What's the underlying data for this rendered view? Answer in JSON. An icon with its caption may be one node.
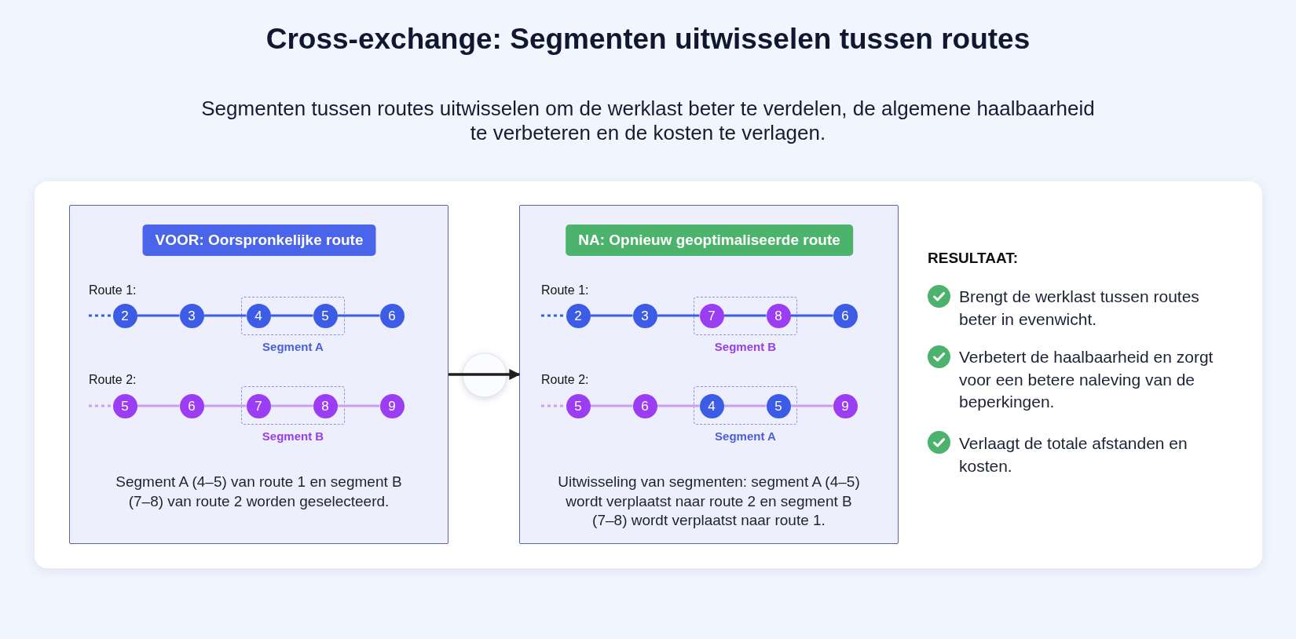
{
  "diagram": {
    "title": "Cross-exchange: Segmenten uitwisselen tussen routes",
    "nodes": [
      {
        "text": [
          "Segment A (4–5) van route 1 en segment B (7–8) van route 2 worden geselecteerd."
        ]
      },
      {
        "text": [
          "VOOR: Oorspronkelijke route"
        ],
        "in": 0
      },
      {
        "text": [
          "2"
        ],
        "in": 0
      },
      {
        "text": [
          "3"
        ],
        "in": 0
      },
      {
        "text": [
          "Segment A"
        ],
        "in": 0
      },
      {
        "text": [
          "4"
        ],
        "in": 4
      },
      {
        "text": [
          "5"
        ],
        "in": 4
      },
      {
        "text": [
          "6"
        ],
        "in": 0
      },
      {
        "text": [
          "5"
        ],
        "in": 0
      },
      {
        "text": [
          "6"
        ],
        "in": 0
      },
      {
        "text": [
          "Segment B"
        ],
        "in": 0
      },
      {
        "text": [
          "7"
        ],
        "in": 10
      },
      {
        "text": [
          "8"
        ],
        "in": 10
      },
      {
        "text": [
          "9"
        ],
        "in": 0
      },
      {
        "text": [
          "Uitwisseling van segmenten: segment A (4–5) wordt verplaatst naar route 2 en segment B (7–8) wordt verplaatst naar route 1."
        ]
      },
      {
        "text": [
          "NA: Opnieuw geoptimaliseerde route"
        ],
        "in": 14
      },
      {
        "text": [
          "2"
        ],
        "in": 14
      },
      {
        "text": [
          "3"
        ],
        "in": 14
      },
      {
        "text": [
          "Segment B"
        ],
        "in": 14
      },
      {
        "text": [
          "7"
        ],
        "in": 18
      },
      {
        "text": [
          "8"
        ],
        "in": 18
      },
      {
        "text": [
          "6"
        ],
        "in": 14
      },
      {
        "text": [
          "5"
        ],
        "in": 14
      },
      {
        "text": [
          "6"
        ],
        "in": 14
      },
      {
        "text": [
          "Segment A"
        ],
        "in": 14
      },
      {
        "text": [
          "4"
        ],
        "in": 24
      },
      {
        "text": [
          "5"
        ],
        "in": 24
      },
      {
        "text": [
          "9"
        ],
        "in": 14
      }
    ],
    "edges": [
      {
        "from": null,
        "to": 2,
        "arrow": "none",
        "style": "dashed",
        "color": "#3d5ce6"
      },
      {
        "from": 2,
        "to": 3,
        "arrow": "none",
        "color": "#3d5ce6"
      },
      {
        "from": 3,
        "to": 5,
        "arrow": "none",
        "color": "#3d5ce6"
      },
      {
        "from": 5,
        "to": 6,
        "arrow": "none",
        "color": "#3d5ce6"
      },
      {
        "from": 6,
        "to": 7,
        "arrow": "none",
        "color": "#3d5ce6"
      },
      {
        "from": null,
        "to": 8,
        "arrow": "none",
        "style": "dashed",
        "color": "#c99ef3"
      },
      {
        "from": 8,
        "to": 9,
        "arrow": "none",
        "color": "#c99ef3"
      },
      {
        "from": 9,
        "to": 11,
        "arrow": "none",
        "color": "#c99ef3"
      },
      {
        "from": 11,
        "to": 12,
        "arrow": "none",
        "color": "#c99ef3"
      },
      {
        "from": 12,
        "to": 13,
        "arrow": "none",
        "color": "#c99ef3"
      },
      {
        "from": 0,
        "to": 14,
        "arrow": "to",
        "color": "#1f1f1f"
      },
      {
        "from": null,
        "to": 16,
        "arrow": "none",
        "style": "dashed",
        "color": "#3d5ce6"
      },
      {
        "from": 16,
        "to": 17,
        "arrow": "none",
        "color": "#3d5ce6"
      },
      {
        "from": 17,
        "to": 19,
        "arrow": "none",
        "color": "#3d5ce6"
      },
      {
        "from": 19,
        "to": 20,
        "arrow": "none",
        "color": "#3d5ce6"
      },
      {
        "from": 20,
        "to": 21,
        "arrow": "none",
        "color": "#3d5ce6"
      },
      {
        "from": null,
        "to": 22,
        "arrow": "none",
        "style": "dashed",
        "color": "#c99ef3"
      },
      {
        "from": 22,
        "to": 23,
        "arrow": "none",
        "color": "#c99ef3"
      },
      {
        "from": 23,
        "to": 25,
        "arrow": "none",
        "color": "#c99ef3"
      },
      {
        "from": 25,
        "to": 26,
        "arrow": "none",
        "color": "#c99ef3"
      },
      {
        "from": 26,
        "to": 27,
        "arrow": "none",
        "color": "#c99ef3"
      }
    ],
    "labels": [
      "Segmenten tussen routes uitwisselen om de werklast beter te verdelen, de algemene haalbaarheid te verbeteren en de kosten te verlagen.",
      "Route 1:",
      "Route 2:",
      "Route 1:",
      "Route 2:",
      "RESULTAAT:",
      "Brengt de werklast tussen routes beter in evenwicht.",
      "Verbetert de haalbaarheid en zorgt voor een betere naleving van de beperkingen.",
      "Verlaagt de totale afstanden en kosten."
    ]
  }
}
